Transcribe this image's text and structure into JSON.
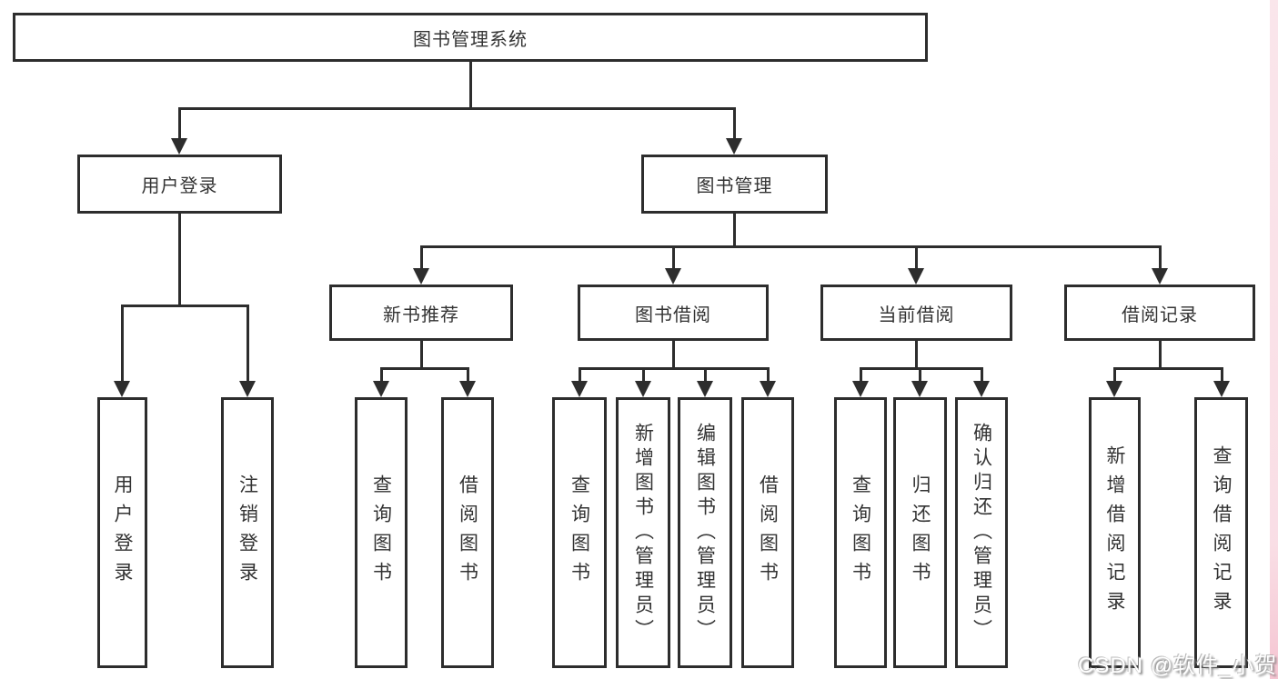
{
  "tree": {
    "root": "图书管理系统",
    "branches": [
      {
        "label": "用户登录",
        "leaves": [
          "用户登录",
          "注销登录"
        ]
      },
      {
        "label": "图书管理",
        "groups": [
          {
            "label": "新书推荐",
            "leaves": [
              "查询图书",
              "借阅图书"
            ]
          },
          {
            "label": "图书借阅",
            "leaves": [
              "查询图书",
              "新增图书（管理员）",
              "编辑图书（管理员）",
              "借阅图书"
            ]
          },
          {
            "label": "当前借阅",
            "leaves": [
              "查询图书",
              "归还图书",
              "确认归还（管理员）"
            ]
          },
          {
            "label": "借阅记录",
            "leaves": [
              "新增借阅记录",
              "查询借阅记录"
            ]
          }
        ]
      }
    ]
  },
  "watermark": {
    "text": "CSDN @软件_小贺同学"
  },
  "colors": {
    "line": "#2d2d2d",
    "text": "#333333",
    "background": "#ffffff",
    "watermark_fill": "#ffffff",
    "watermark_shadow": "#7d7d7d",
    "edge_strip_pink": "#f2b6c6"
  }
}
